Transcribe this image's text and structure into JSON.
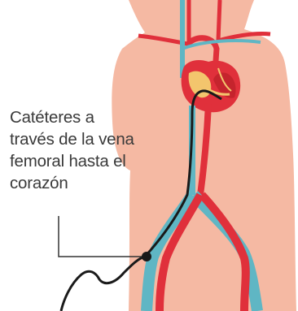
{
  "annotation": {
    "lines": [
      "Catéteres a",
      "través de la vena",
      "femoral hasta el",
      "corazón"
    ]
  },
  "colors": {
    "skin": "#f5b9a3",
    "artery": "#e0303b",
    "vein": "#5fb6c4",
    "catheter": "#1a1a1a",
    "text": "#3a3a3a",
    "leader": "#333333"
  }
}
